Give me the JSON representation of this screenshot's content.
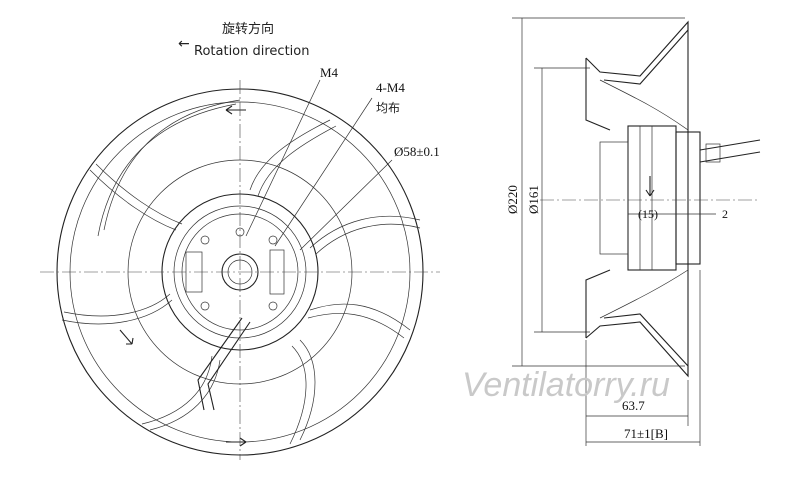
{
  "front_view": {
    "rotation_cn": "旋转方向",
    "rotation_en": "Rotation direction",
    "arrow_glyph": "←",
    "callout_m4": "M4",
    "callout_4m4": "4-M4",
    "callout_uniform": "均布",
    "callout_hub_dia": "Ø58±0.1"
  },
  "side_view": {
    "dia_outer": "Ø220",
    "dia_inner": "Ø161",
    "dim_15": "(15)",
    "dim_2": "2",
    "dim_63": "63.7",
    "dim_71": "71±1[B]"
  },
  "watermark": "Ventilatorry.ru"
}
